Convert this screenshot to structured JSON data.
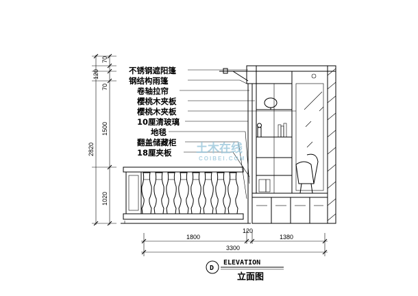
{
  "callouts": [
    "不锈钢遮阳篷",
    "钢结构雨篷",
    "卷轴拉帘",
    "樱桃木夹板",
    "樱桃木夹板",
    "10厘清玻璃",
    "地毯",
    "翻盖储藏柜",
    "18厘夹板"
  ],
  "dims": {
    "vertical": [
      "70",
      "120",
      "70",
      "1500",
      "1020"
    ],
    "vertical_total": "2820",
    "horizontal": [
      "1800",
      "120",
      "1380"
    ],
    "horizontal_total": "3300"
  },
  "title": {
    "marker": "D",
    "english": "ELEVATION",
    "chinese": "立面图"
  },
  "watermark": {
    "main": "土木在线",
    "sub": "COIBEI.COM"
  }
}
